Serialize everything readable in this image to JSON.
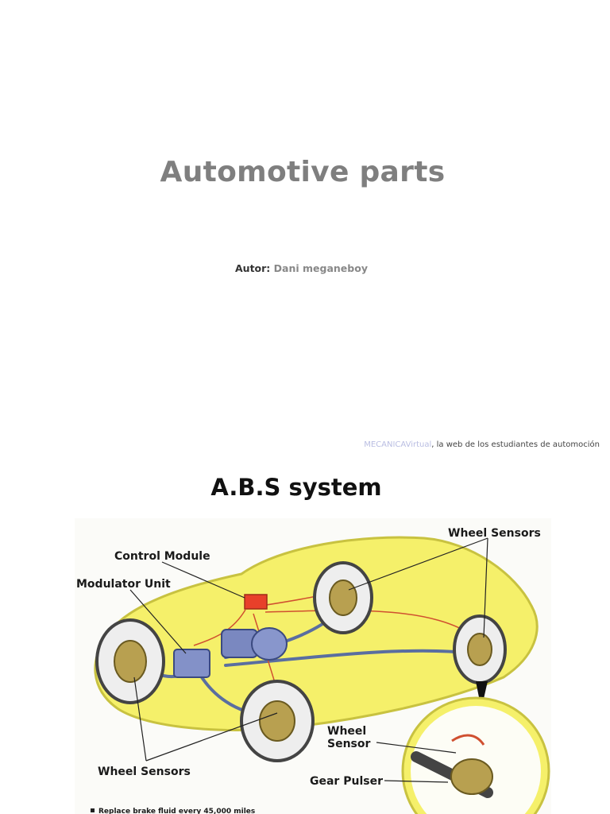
{
  "cover": {
    "title": "Automotive parts",
    "author_label": "Autor:",
    "author_name": "Dani meganeboy",
    "footer_brand": "MECANICAVirtual",
    "footer_text": ", la web de los estudiantes de automoción"
  },
  "slide": {
    "title": "A.B.S system",
    "labels": {
      "control_module": "Control Module",
      "modulator_unit": "Modulator Unit",
      "wheel_sensors_top": "Wheel Sensors",
      "wheel_sensors_bottom": "Wheel Sensors",
      "wheel_sensor_1": "Wheel",
      "wheel_sensor_2": "Sensor",
      "gear_pulser": "Gear Pulser"
    },
    "note": "Replace brake fluid every 45,000 miles"
  },
  "colors": {
    "title_gray": "#7f7f7f",
    "brand_blue": "#b9bde2",
    "car_body": "#f5f06a",
    "car_outline": "#c8c240",
    "brake_line": "#5a6ea0",
    "sensor_wire": "#d05030",
    "control_module": "#e8402a"
  }
}
